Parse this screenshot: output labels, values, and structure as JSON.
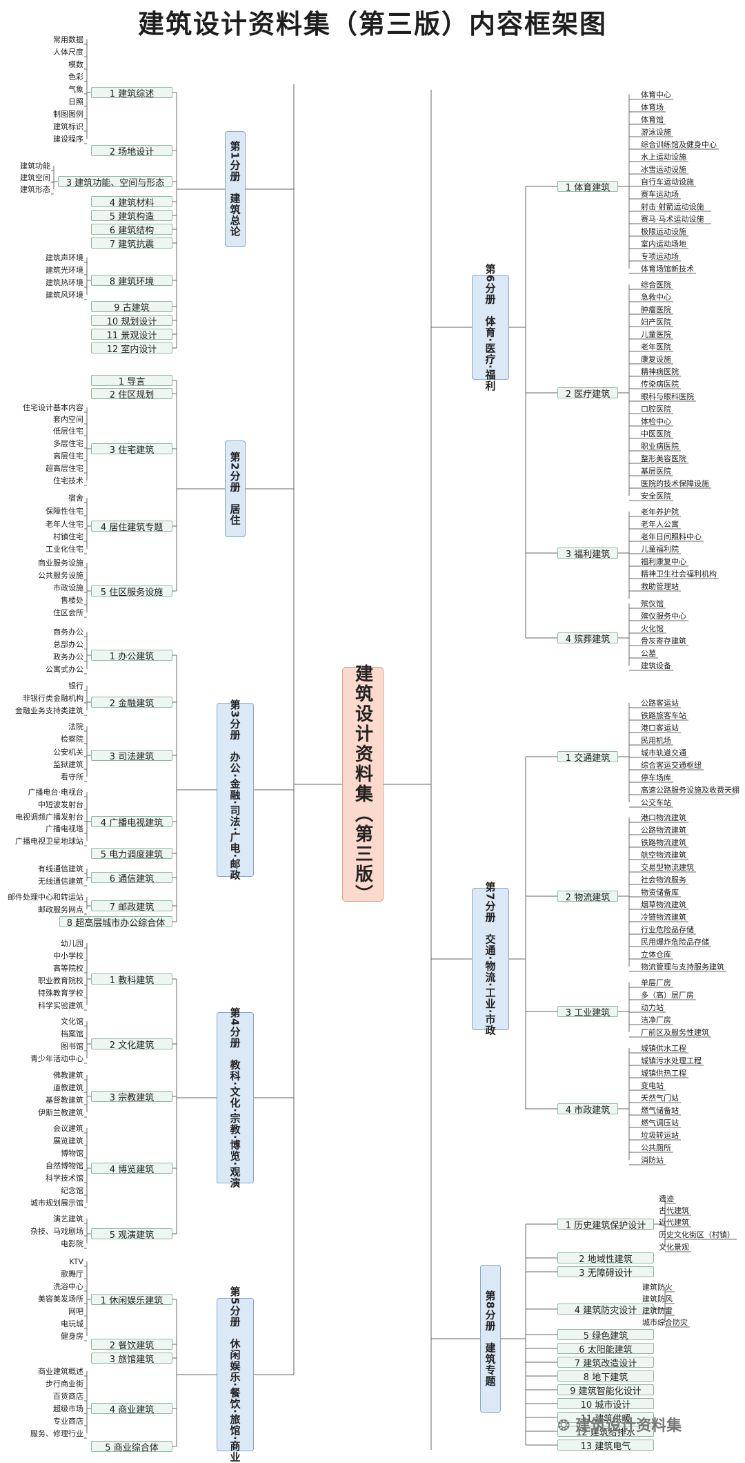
{
  "title": "建筑设计资料集（第三版）内容框架图",
  "center": "建筑设计资料集（第三版）",
  "watermark": "建筑设计资料集",
  "volumes": [
    {
      "label": "第1分册　建筑总论",
      "items": [
        {
          "label": "1 建筑综述",
          "leaves": [
            "常用数据",
            "人体尺度",
            "模数",
            "色彩",
            "气象",
            "日照",
            "制图图例",
            "建筑标识",
            "建设程序"
          ]
        },
        {
          "label": "2 场地设计",
          "leaves": []
        },
        {
          "label": "3 建筑功能、空间与形态",
          "leaves": [
            "建筑功能",
            "建筑空间",
            "建筑形态"
          ]
        },
        {
          "label": "4 建筑材料",
          "leaves": []
        },
        {
          "label": "5 建筑构造",
          "leaves": []
        },
        {
          "label": "6 建筑结构",
          "leaves": []
        },
        {
          "label": "7 建筑抗震",
          "leaves": []
        },
        {
          "label": "8 建筑环境",
          "leaves": [
            "建筑声环境",
            "建筑光环境",
            "建筑热环境",
            "建筑风环境"
          ]
        },
        {
          "label": "9 古建筑",
          "leaves": []
        },
        {
          "label": "10 规划设计",
          "leaves": []
        },
        {
          "label": "11 景观设计",
          "leaves": []
        },
        {
          "label": "12 室内设计",
          "leaves": []
        }
      ]
    },
    {
      "label": "第2分册　居住",
      "items": [
        {
          "label": "1 导言",
          "leaves": []
        },
        {
          "label": "2 住区规划",
          "leaves": []
        },
        {
          "label": "3 住宅建筑",
          "leaves": [
            "住宅设计基本内容",
            "套内空间",
            "低层住宅",
            "多层住宅",
            "高层住宅",
            "超高层住宅",
            "住宅技术"
          ]
        },
        {
          "label": "4 居住建筑专题",
          "leaves": [
            "宿舍",
            "保障性住宅",
            "老年人住宅",
            "村镇住宅",
            "工业化住宅"
          ]
        },
        {
          "label": "5 住区服务设施",
          "leaves": [
            "商业服务设施",
            "公共服务设施",
            "市政设施",
            "售楼处",
            "住区会所"
          ]
        }
      ]
    },
    {
      "label": "第3分册　办公·金融·司法·广电·邮政",
      "items": [
        {
          "label": "1 办公建筑",
          "leaves": [
            "商务办公",
            "总部办公",
            "政务办公",
            "公寓式办公"
          ]
        },
        {
          "label": "2 金融建筑",
          "leaves": [
            "银行",
            "非银行类金融机构",
            "金融业务支持类建筑"
          ]
        },
        {
          "label": "3 司法建筑",
          "leaves": [
            "法院",
            "检察院",
            "公安机关",
            "监狱建筑",
            "看守所"
          ]
        },
        {
          "label": "4 广播电视建筑",
          "leaves": [
            "广播电台·电视台",
            "中短波发射台",
            "电视调频广播发射台",
            "广播电视塔",
            "广播电视卫星地球站"
          ]
        },
        {
          "label": "5 电力调度建筑",
          "leaves": []
        },
        {
          "label": "6 通信建筑",
          "leaves": [
            "有线通信建筑",
            "无线通信建筑"
          ]
        },
        {
          "label": "7 邮政建筑",
          "leaves": [
            "邮件处理中心和转运站",
            "邮政服务网点"
          ]
        },
        {
          "label": "8 超高层城市办公综合体",
          "leaves": []
        }
      ]
    },
    {
      "label": "第4分册　教科·文化·宗教·博览·观演",
      "items": [
        {
          "label": "1 教科建筑",
          "leaves": [
            "幼儿园",
            "中小学校",
            "高等院校",
            "职业教育院校",
            "特殊教育学校",
            "科学实验建筑"
          ]
        },
        {
          "label": "2 文化建筑",
          "leaves": [
            "文化馆",
            "档案馆",
            "图书馆",
            "青少年活动中心"
          ]
        },
        {
          "label": "3 宗教建筑",
          "leaves": [
            "佛教建筑",
            "道教建筑",
            "基督教建筑",
            "伊斯兰教建筑"
          ]
        },
        {
          "label": "4 博览建筑",
          "leaves": [
            "会议建筑",
            "展览建筑",
            "博物馆",
            "自然博物馆",
            "科学技术馆",
            "纪念馆",
            "城市规划展示馆"
          ]
        },
        {
          "label": "5 观演建筑",
          "leaves": [
            "演艺建筑",
            "杂技、马戏剧场",
            "电影院"
          ]
        }
      ]
    },
    {
      "label": "第5分册　休闲娱乐·餐饮·旅馆·商业",
      "items": [
        {
          "label": "1 休闲娱乐建筑",
          "leaves": [
            "KTV",
            "歌舞厅",
            "洗浴中心",
            "美容美发场所",
            "网吧",
            "电玩城",
            "健身房"
          ]
        },
        {
          "label": "2 餐饮建筑",
          "leaves": []
        },
        {
          "label": "3 旅馆建筑",
          "leaves": []
        },
        {
          "label": "4 商业建筑",
          "leaves": [
            "商业建筑概述",
            "步行商业街",
            "百货商店",
            "超级市场",
            "专业商店",
            "服务、修理行业"
          ]
        },
        {
          "label": "5 商业综合体",
          "leaves": []
        }
      ]
    },
    {
      "label": "第6分册　体育·医疗·福利",
      "items": [
        {
          "label": "1 体育建筑",
          "leaves": [
            "体育中心",
            "体育场",
            "体育馆",
            "游泳设施",
            "综合训练馆及健身中心",
            "水上运动设施",
            "冰雪运动设施",
            "自行车运动设施",
            "赛车运动场",
            "射击·射箭运动设施",
            "赛马·马术运动设施",
            "极限运动设施",
            "室内运动场地",
            "专项运动场",
            "体育场馆新技术"
          ]
        },
        {
          "label": "2 医疗建筑",
          "leaves": [
            "综合医院",
            "急救中心",
            "肿瘤医院",
            "妇产医院",
            "儿童医院",
            "老年医院",
            "康复设施",
            "精神病医院",
            "传染病医院",
            "眼科与眼科医院",
            "口腔医院",
            "体检中心",
            "中医医院",
            "职业病医院",
            "整形美容医院",
            "基层医院",
            "医院的技术保障设施",
            "安全医院"
          ]
        },
        {
          "label": "3 福利建筑",
          "leaves": [
            "老年养护院",
            "老年人公寓",
            "老年日间照料中心",
            "儿童福利院",
            "福利康复中心",
            "精神卫生社会福利机构",
            "救助管理站"
          ]
        },
        {
          "label": "4 殡葬建筑",
          "leaves": [
            "殡仪馆",
            "殡仪服务中心",
            "火化馆",
            "骨灰寄存建筑",
            "公墓",
            "建筑设备"
          ]
        }
      ]
    },
    {
      "label": "第7分册　交通·物流·工业·市政",
      "items": [
        {
          "label": "1 交通建筑",
          "leaves": [
            "公路客运站",
            "铁路旅客车站",
            "港口客运站",
            "民用机场",
            "城市轨道交通",
            "综合客运交通枢纽",
            "停车场库",
            "高速公路服务设施及收费天棚",
            "公交车站"
          ]
        },
        {
          "label": "2 物流建筑",
          "leaves": [
            "港口物流建筑",
            "公路物流建筑",
            "铁路物流建筑",
            "航空物流建筑",
            "交易型物流建筑",
            "社会物流服务",
            "物资储备库",
            "烟草物流建筑",
            "冷链物流建筑",
            "行业危险品存储",
            "民用爆炸危险品存储",
            "立体仓库",
            "物流管理与支持服务建筑"
          ]
        },
        {
          "label": "3 工业建筑",
          "leaves": [
            "单层厂房",
            "多（高）层厂房",
            "动力站",
            "洁净厂房",
            "厂前区及服务性建筑"
          ]
        },
        {
          "label": "4 市政建筑",
          "leaves": [
            "城镇供水工程",
            "城镇污水处理工程",
            "城镇供热工程",
            "变电站",
            "天然气门站",
            "燃气储备站",
            "燃气调压站",
            "垃圾转运站",
            "公共厕所",
            "消防站"
          ]
        }
      ]
    },
    {
      "label": "第8分册　建筑专题",
      "items": [
        {
          "label": "1 历史建筑保护设计",
          "leaves": [
            "遗迹",
            "古代建筑",
            "近代建筑",
            "历史文化街区（村镇）",
            "文化景观"
          ]
        },
        {
          "label": "2 地域性建筑",
          "leaves": []
        },
        {
          "label": "3 无障碍设计",
          "leaves": []
        },
        {
          "label": "4 建筑防灾设计",
          "leaves": [
            "建筑防火",
            "建筑防风",
            "建筑防雷",
            "城市综合防灾"
          ]
        },
        {
          "label": "5 绿色建筑",
          "leaves": []
        },
        {
          "label": "6 太阳能建筑",
          "leaves": []
        },
        {
          "label": "7 建筑改造设计",
          "leaves": []
        },
        {
          "label": "8 地下建筑",
          "leaves": []
        },
        {
          "label": "9 建筑智能化设计",
          "leaves": []
        },
        {
          "label": "10 城市设计",
          "leaves": []
        },
        {
          "label": "11 建筑供暖",
          "leaves": []
        },
        {
          "label": "12 建筑给排水",
          "leaves": []
        },
        {
          "label": "13 建筑电气",
          "leaves": []
        }
      ]
    }
  ]
}
